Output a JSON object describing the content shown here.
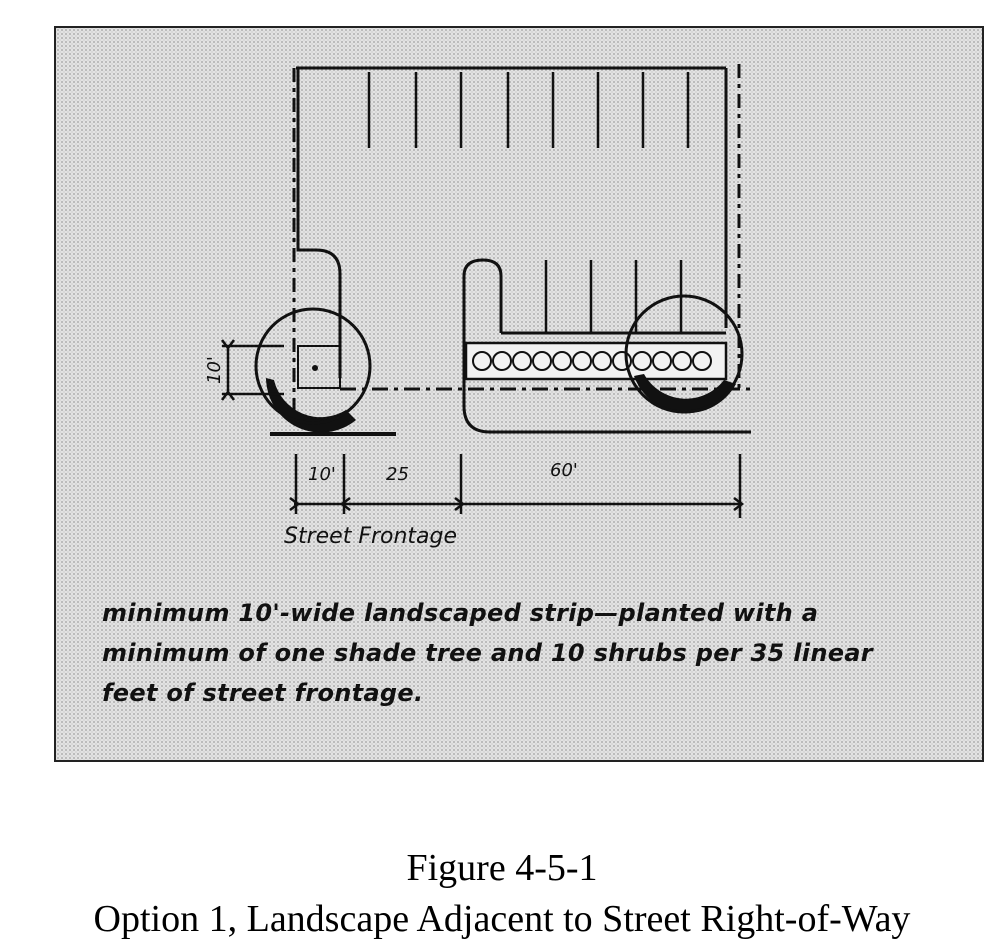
{
  "diagram": {
    "dimensions": {
      "strip_depth": "10'",
      "strip_width": "10'",
      "gap": "25",
      "run": "60'"
    },
    "frontage_label": "Street Frontage",
    "note_lines": [
      "minimum 10'-wide landscaped strip—planted with a",
      "minimum of one shade tree and 10 shrubs per 35 linear",
      "feet of street frontage."
    ]
  },
  "caption": {
    "number": "Figure 4-5-1",
    "title": "Option 1, Landscape Adjacent to Street Right-of-Way"
  }
}
